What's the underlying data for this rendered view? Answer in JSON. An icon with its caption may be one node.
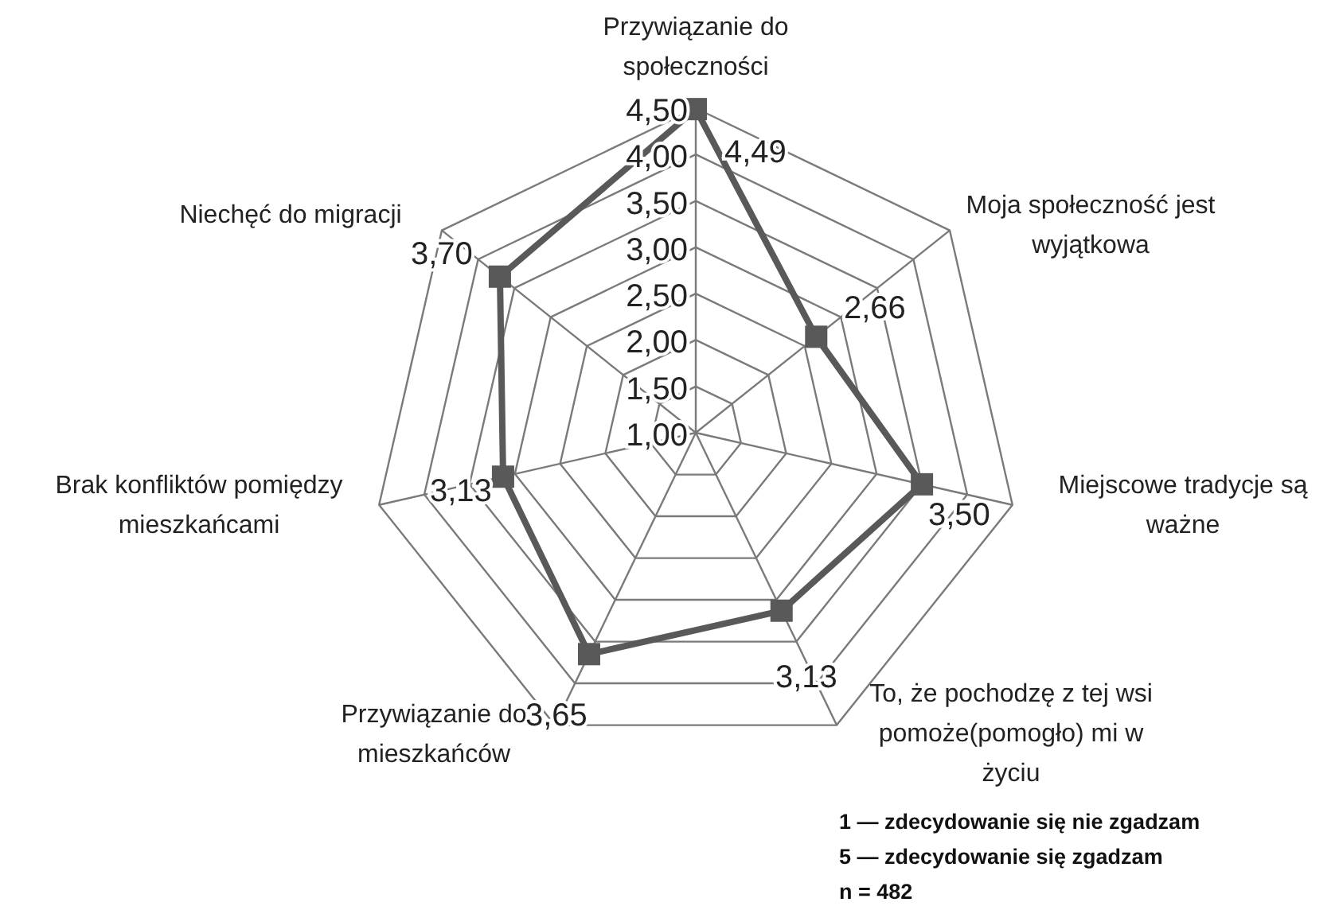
{
  "diagram": {
    "labels": [
      "1 — zdecydowanie się nie zgadzam",
      "5 — zdecydowanie się zgadzam",
      "n =  482"
    ],
    "chart_data": {
      "type": "radar",
      "categories": [
        "Przywiązanie do społeczności",
        "Moja społeczność jest wyjątkowa",
        "Miejscowe tradycje są ważne",
        "To, że pochodzę z tej wsi pomoże(pomogło) mi w życiu",
        "Przywiązanie do mieszkańców",
        "Brak konfliktów pomiędzy mieszkańcami",
        "Niechęć do migracji"
      ],
      "series": [
        {
          "color": "#595959",
          "values": [
            4.49,
            2.66,
            3.5,
            3.13,
            3.65,
            3.13,
            3.7
          ]
        }
      ],
      "ylim": [
        1,
        4.5
      ],
      "yticks": [
        {
          "value": 1,
          "label": "1,00"
        },
        {
          "value": 1.5,
          "label": "1,50"
        },
        {
          "value": 2,
          "label": "2,00"
        },
        {
          "value": 2.5,
          "label": "2,50"
        },
        {
          "value": 3,
          "label": "3,00"
        },
        {
          "value": 3.5,
          "label": "3,50"
        },
        {
          "value": 4,
          "label": "4,00"
        },
        {
          "value": 4.5,
          "label": "4,50"
        }
      ],
      "value_labels": [
        "4,49",
        "2,66",
        "3,50",
        "3,13",
        "3,65",
        "3,13",
        "3,70"
      ]
    }
  }
}
